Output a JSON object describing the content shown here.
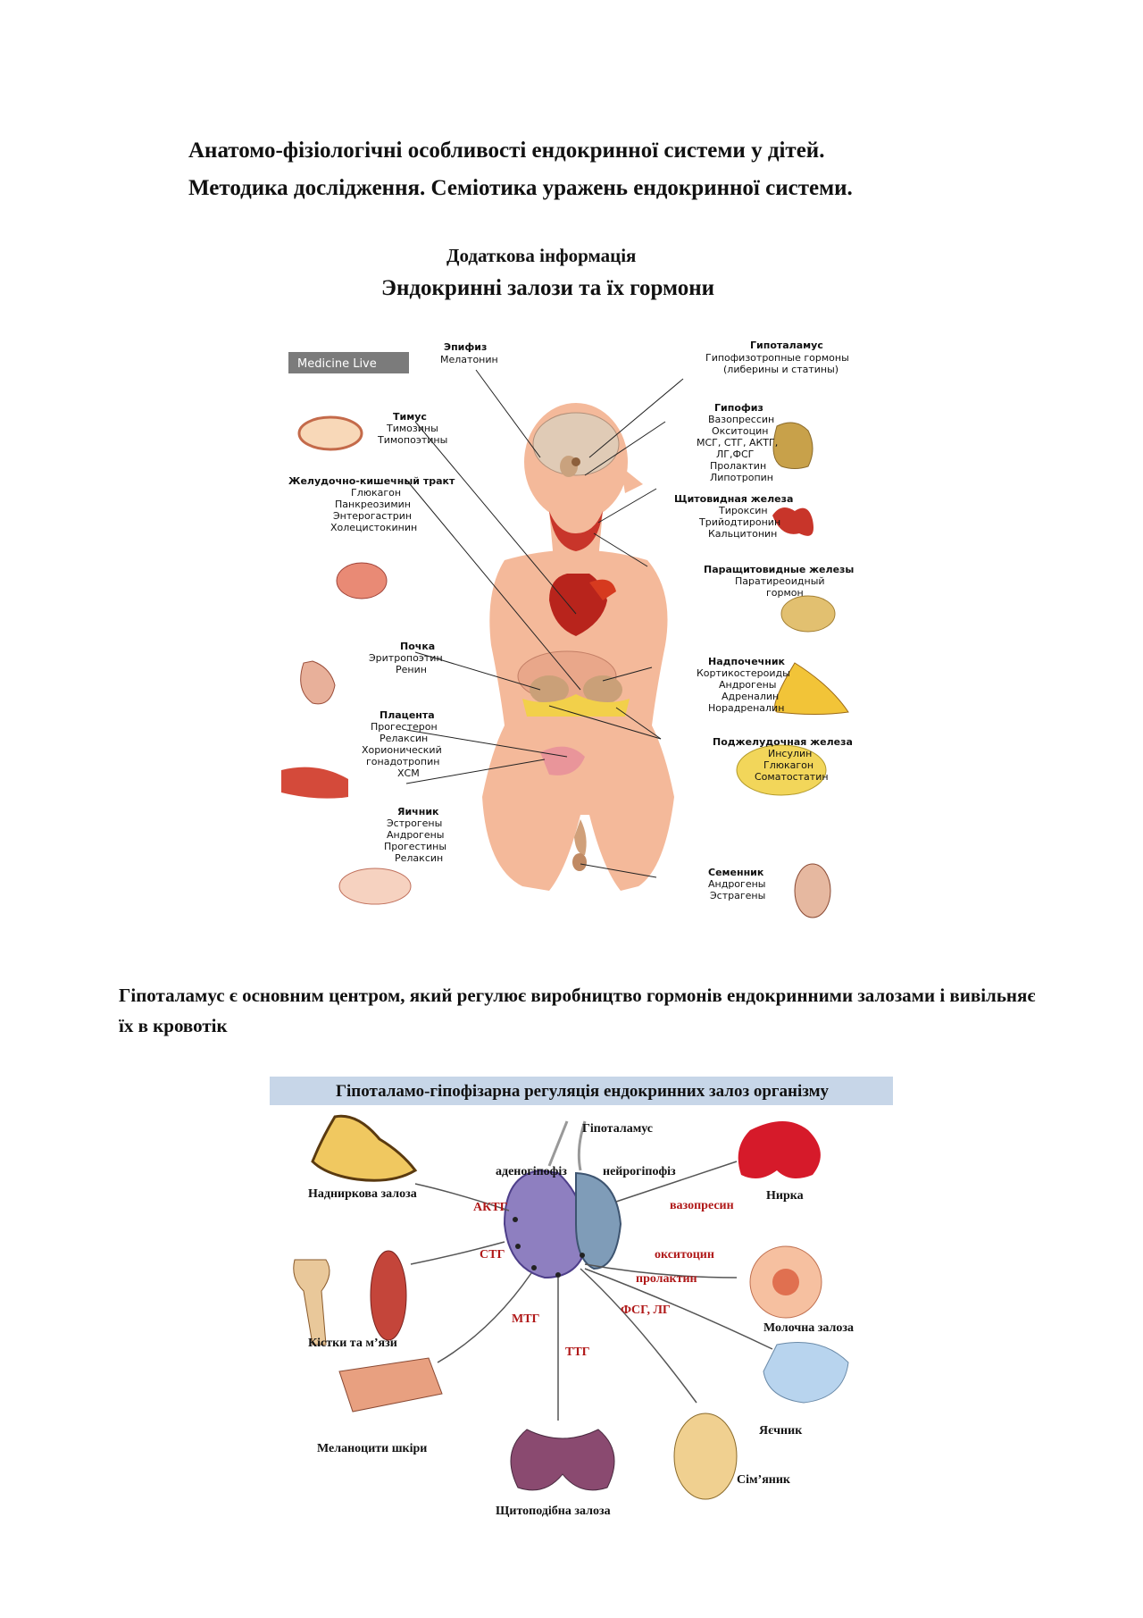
{
  "title_line1": "Анатомо-фізіологічні особливості ендокринної системи у дітей.",
  "title_line2": "Методика дослідження. Семіотика уражень ендокринної системи.",
  "subtitle": "Додаткова інформація",
  "section_title": "Эндокринні залози та їх гормони",
  "figure1": {
    "watermark": "Medicine Live",
    "glands": [
      {
        "name": "Эпифиз",
        "hormones": [
          "Мелатонин"
        ]
      },
      {
        "name": "Гипоталамус",
        "hormones": [
          "Гипофизотропные гормоны",
          "(либерины и статины)"
        ]
      },
      {
        "name": "Тимус",
        "hormones": [
          "Тимозины",
          "Тимопоэтины"
        ]
      },
      {
        "name": "Гипофиз",
        "hormones": [
          "Вазопрессин",
          "Окситоцин",
          "МСГ, СТГ, АКТГ,",
          "ЛГ,ФСГ",
          "Пролактин",
          "Липотропин"
        ]
      },
      {
        "name": "Желудочно-кишечный тракт",
        "hormones": [
          "Глюкагон",
          "Панкреозимин",
          "Энтерогастрин",
          "Холецистокинин"
        ]
      },
      {
        "name": "Щитовидная железа",
        "hormones": [
          "Тироксин",
          "Трийодтиронин",
          "Кальцитонин"
        ]
      },
      {
        "name": "Паращитовидные железы",
        "hormones": [
          "Паратиреоидный",
          "гормон"
        ]
      },
      {
        "name": "Почка",
        "hormones": [
          "Эритропоэтин",
          "Ренин"
        ]
      },
      {
        "name": "Надпочечник",
        "hormones": [
          "Кортикостероиды",
          "Андрогены",
          "Адреналин",
          "Норадреналин"
        ]
      },
      {
        "name": "Плацента",
        "hormones": [
          "Прогестерон",
          "Релаксин",
          "Хорионический",
          "гонадотропин",
          "ХСМ"
        ]
      },
      {
        "name": "Поджелудочная железа",
        "hormones": [
          "Инсулин",
          "Глюкагон",
          "Соматостатин"
        ]
      },
      {
        "name": "Яичник",
        "hormones": [
          "Эстрогены",
          "Андрогены",
          "Прогестины",
          "Релаксин"
        ]
      },
      {
        "name": "Семенник",
        "hormones": [
          "Андрогены",
          "Эстрагены"
        ]
      }
    ]
  },
  "paragraph": "Гіпоталамус  є  основним центром, який регулює виробництво гормонів ендокринними залозами і вивільняє їх в кровотік",
  "figure2": {
    "title": "Гіпоталамо-гіпофізарна регуляція ендокринних залоз організму",
    "labels": {
      "hypothalamus": "Гіпоталамус",
      "adeno": "аденогіпофіз",
      "neuro": "нейрогіпофіз",
      "adrenal": "Надниркова залоза",
      "kidney": "Нирка",
      "bones": "Кістки та м’язи",
      "breast": "Молочна залоза",
      "skin": "Меланоцити шкіри",
      "ovary": "Яєчник",
      "testis": "Сім’яник",
      "thyroid": "Щитоподібна залоза"
    },
    "hormones": {
      "actg": "АКТГ",
      "vaso": "вазопресин",
      "stg": "СТГ",
      "oxy": "окситоцин",
      "prol": "пролактин",
      "mtg": "МТГ",
      "fsg": "ФСГ, ЛГ",
      "ttg": "ТТГ"
    },
    "colors": {
      "hormone_red": "#b01818",
      "title_band": "#c7d6e8"
    }
  }
}
